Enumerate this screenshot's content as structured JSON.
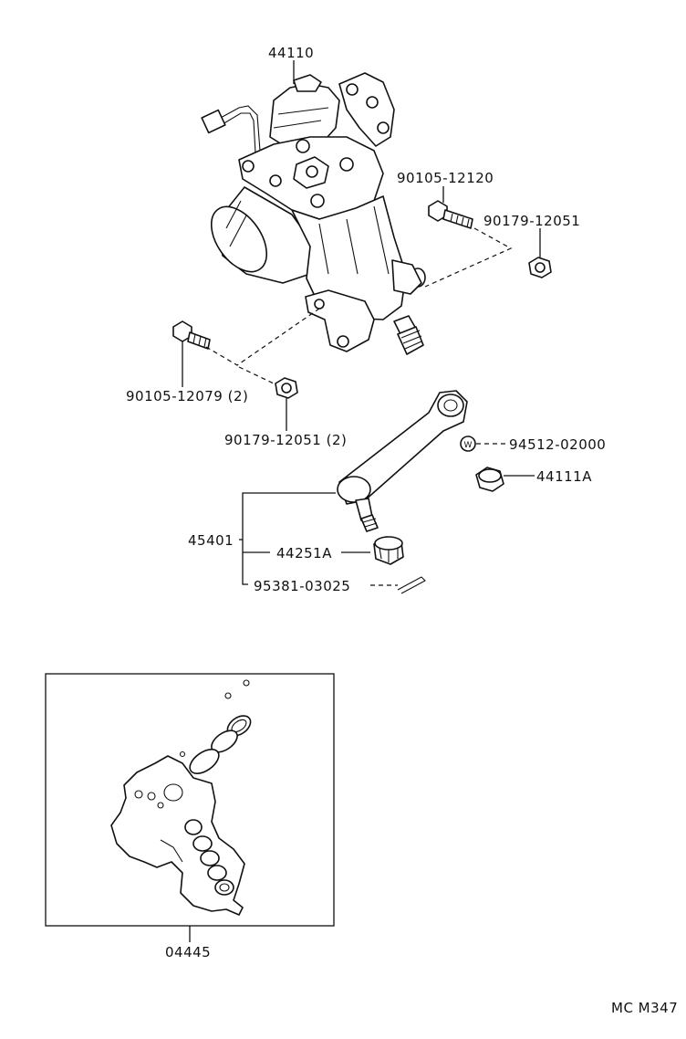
{
  "parts": {
    "gear_housing": "44110",
    "bolt_upper": "90105-12120",
    "nut_upper": "90179-12051",
    "bolt_lower": "90105-12079 (2)",
    "nut_lower": "90179-12051 (2)",
    "washer": "94512-02000",
    "nut_arm": "44111A",
    "arm_assy": "45401",
    "castle_nut": "44251A",
    "cotter_pin": "95381-03025",
    "gasket_kit": "04445"
  },
  "washer_mark": "W",
  "ref_code": "MC M347"
}
